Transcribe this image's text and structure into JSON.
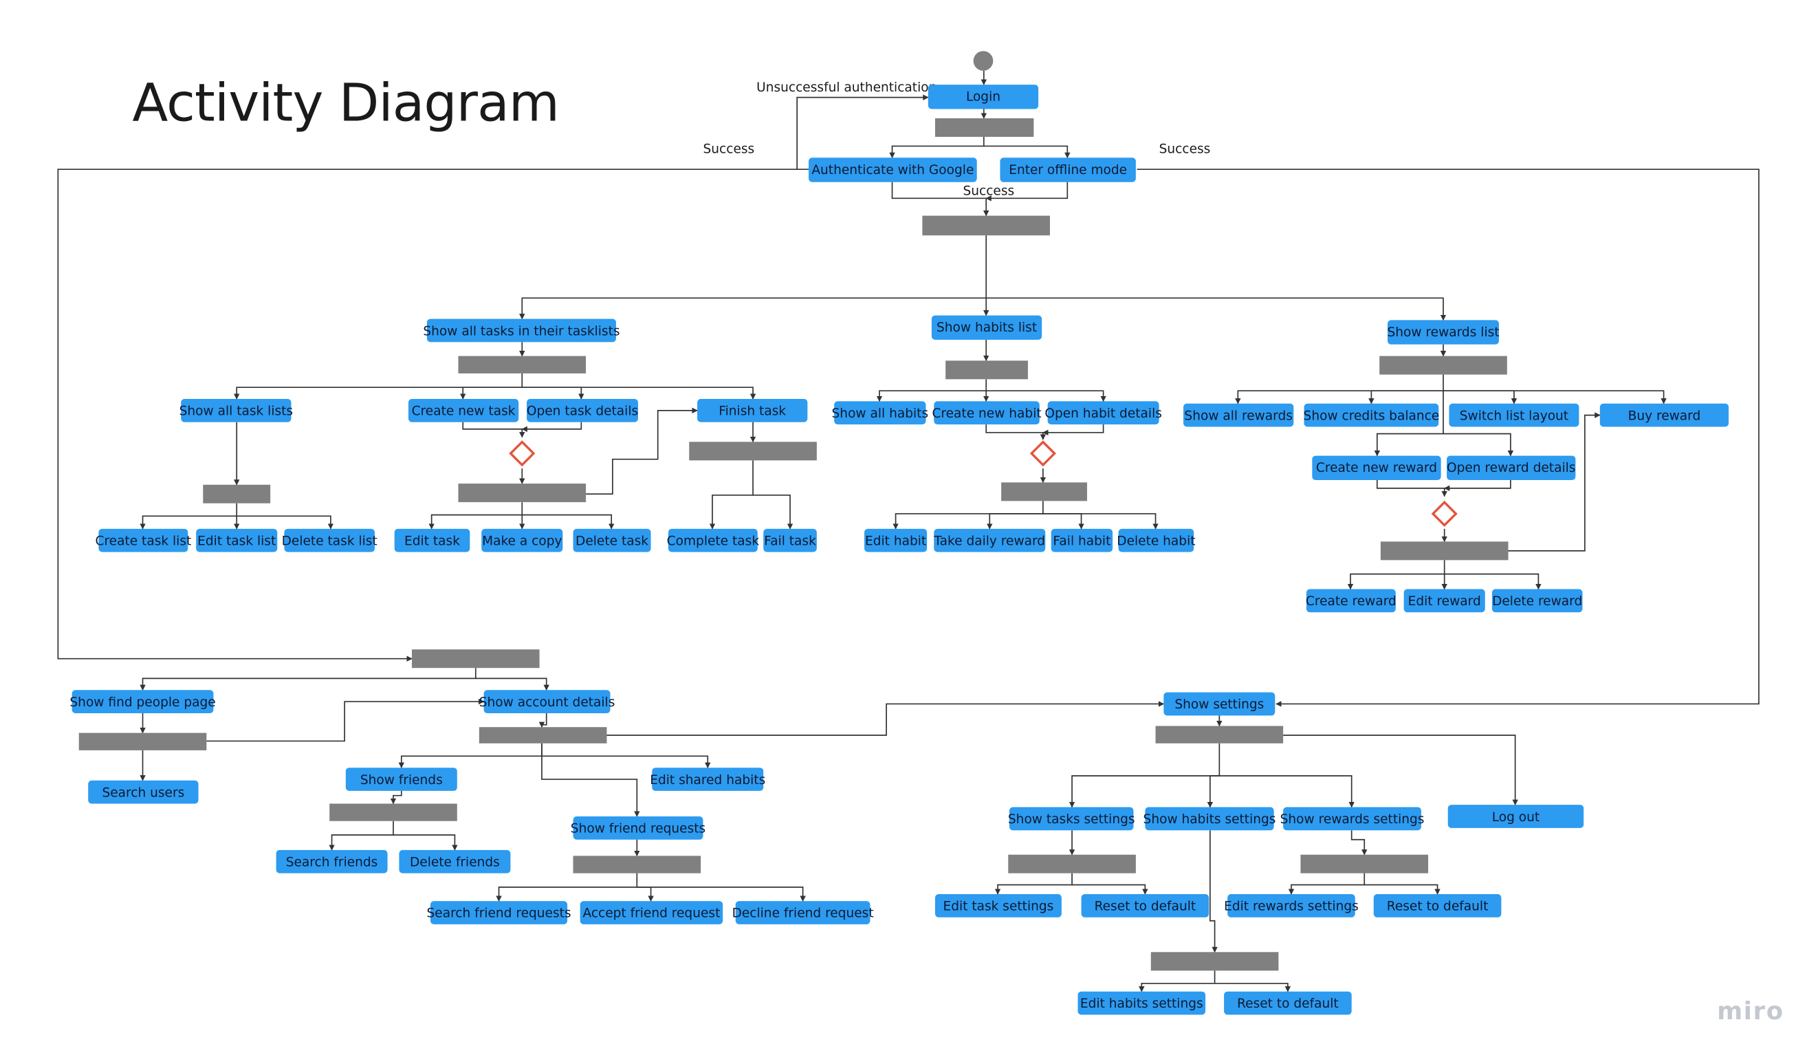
{
  "title": "Activity Diagram",
  "brand": "miro",
  "colors": {
    "action": "#2d9bf0",
    "bar": "#808080",
    "decision": "#e2553d",
    "line": "#333333"
  },
  "edge_labels": {
    "unsuccessful": "Unsuccessful authentication",
    "success_left": "Success",
    "success_right": "Success",
    "success_center": "Success"
  },
  "auth": {
    "login": "Login",
    "google": "Authenticate with Google",
    "offline": "Enter offline mode"
  },
  "tasks": {
    "show_all_tasks": "Show all tasks in their tasklists",
    "show_all_task_lists": "Show all task lists",
    "create_task_list": "Create task list",
    "edit_task_list": "Edit task list",
    "delete_task_list": "Delete task list",
    "create_new_task": "Create new task",
    "open_task_details": "Open task details",
    "edit_task": "Edit task",
    "make_a_copy": "Make a copy",
    "delete_task": "Delete task",
    "finish_task": "Finish task",
    "complete_task": "Complete task",
    "fail_task": "Fail task"
  },
  "habits": {
    "show_habits_list": "Show habits list",
    "show_all_habits": "Show all habits",
    "create_new_habit": "Create new habit",
    "open_habit_details": "Open habit details",
    "edit_habit": "Edit habit",
    "take_daily_reward": "Take daily reward",
    "fail_habit": "Fail habit",
    "delete_habit": "Delete habit"
  },
  "rewards": {
    "show_rewards_list": "Show rewards list",
    "show_all_rewards": "Show all rewards",
    "show_credits_balance": "Show credits balance",
    "switch_list_layout": "Switch list layout",
    "buy_reward": "Buy reward",
    "create_new_reward": "Create new reward",
    "open_reward_details": "Open reward details",
    "create_reward": "Create reward",
    "edit_reward": "Edit reward",
    "delete_reward": "Delete reward"
  },
  "people": {
    "show_find_people_page": "Show find people page",
    "search_users": "Search users",
    "show_account_details": "Show account details",
    "show_friends": "Show friends",
    "search_friends": "Search friends",
    "delete_friends": "Delete friends",
    "edit_shared_habits": "Edit shared habits",
    "show_friend_requests": "Show friend requests",
    "search_friend_requests": "Search friend requests",
    "accept_friend_request": "Accept friend request",
    "decline_friend_request": "Decline friend request"
  },
  "settings": {
    "show_settings": "Show settings",
    "show_tasks_settings": "Show tasks settings",
    "show_habits_settings": "Show habits settings",
    "show_rewards_settings": "Show rewards settings",
    "log_out": "Log out",
    "edit_task_settings": "Edit task settings",
    "reset_tasks": "Reset to default",
    "edit_rewards_settings": "Edit rewards settings",
    "reset_rewards": "Reset to default",
    "edit_habits_settings": "Edit habits settings",
    "reset_habits": "Reset to default"
  }
}
